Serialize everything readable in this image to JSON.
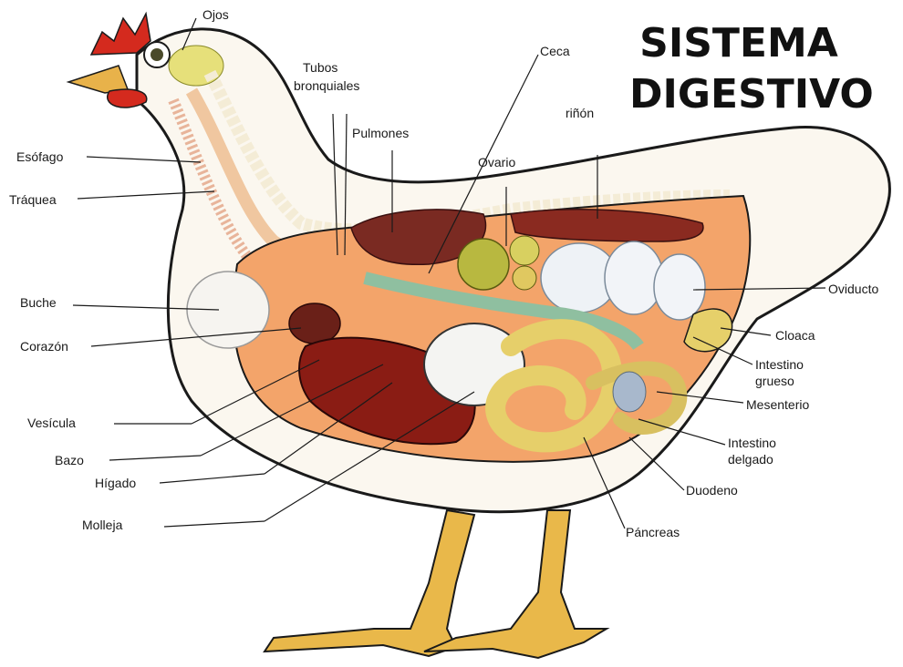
{
  "title": {
    "line1": "SISTEMA",
    "line2": "DIGESTIVO"
  },
  "labels": {
    "ojos": "Ojos",
    "tubos": "Tubos",
    "bronquiales": "bronquiales",
    "ceca": "Ceca",
    "pulmones": "Pulmones",
    "rinon": "riñón",
    "ovario": "Ovario",
    "esofago": "Esófago",
    "traquea": "Tráquea",
    "buche": "Buche",
    "corazon": "Corazón",
    "vesicula": "Vesícula",
    "bazo": "Bazo",
    "higado": "Hígado",
    "molleja": "Molleja",
    "oviducto": "Oviducto",
    "cloaca": "Cloaca",
    "intestino_grueso_1": "Intestino",
    "intestino_grueso_2": "grueso",
    "mesenterio": "Mesenterio",
    "intestino_delgado_1": "Intestino",
    "intestino_delgado_2": "delgado",
    "duodeno": "Duodeno",
    "pancreas": "Páncreas"
  },
  "colors": {
    "outline": "#1a1a1a",
    "comb": "#d42a1e",
    "beak": "#e8b24a",
    "body_fill": "#fbf7ef",
    "cavity": "#f3a46a",
    "liver": "#8a1c14",
    "lung": "#7a2a22",
    "gizzard": "#f2f2f2",
    "intestine": "#e6cf6a",
    "ovary": "#cfcf55",
    "eggs": "#eef2f6",
    "ceca": "#8fbfa0",
    "legs": "#e9b84a"
  }
}
